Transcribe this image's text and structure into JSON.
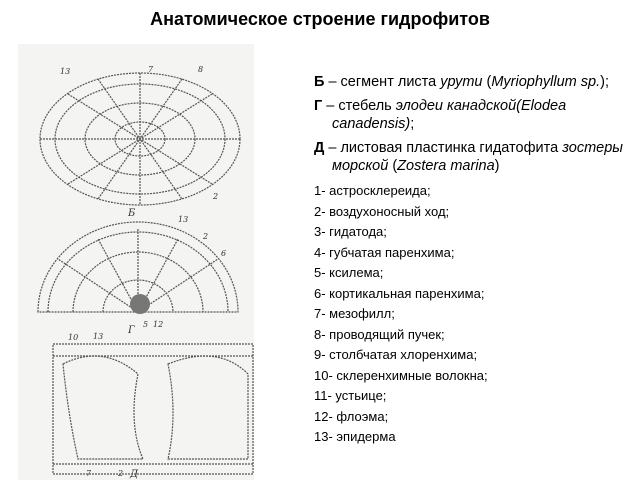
{
  "title": "Анатомическое строение гидрофитов",
  "legend": {
    "heads": [
      {
        "letter": "Б",
        "dash": " – ",
        "text": "сегмент листа ",
        "italic1": "урути",
        "text2": " (",
        "italic2": "Myriophyllum sp.",
        "text3": ");"
      },
      {
        "letter": "Г",
        "dash": " – ",
        "text": "стебель ",
        "italic1": "элодеи канадской(Elodea canadensis)",
        "text2": "",
        "italic2": "",
        "text3": ";"
      },
      {
        "letter": "Д",
        "dash": " – ",
        "text": "листовая пластинка гидатофита ",
        "italic1": "зостеры морской",
        "text2": " (",
        "italic2": "Zostera marina",
        "text3": ")"
      }
    ],
    "items": [
      "1- астросклереида;",
      "2- воздухоносный ход;",
      "3- гидатода;",
      "4- губчатая паренхима;",
      "5- ксилема;",
      "6- кортикальная паренхима;",
      "7- мезофилл;",
      "8- проводящий пучек;",
      "9- столбчатая хлоренхима;",
      "10- склеренхимные волокна;",
      "11- устьице;",
      "12- флоэма;",
      "13- эпидерма"
    ]
  },
  "figure": {
    "labels": {
      "b": "Б",
      "g": "Г",
      "d": "Д",
      "b13": "13",
      "b7": "7",
      "b8": "8",
      "b2": "2",
      "g13": "13",
      "g2": "2",
      "g6": "6",
      "g5": "5",
      "g12": "12",
      "d10": "10",
      "d13": "13",
      "d7": "7",
      "d2": "2"
    }
  }
}
